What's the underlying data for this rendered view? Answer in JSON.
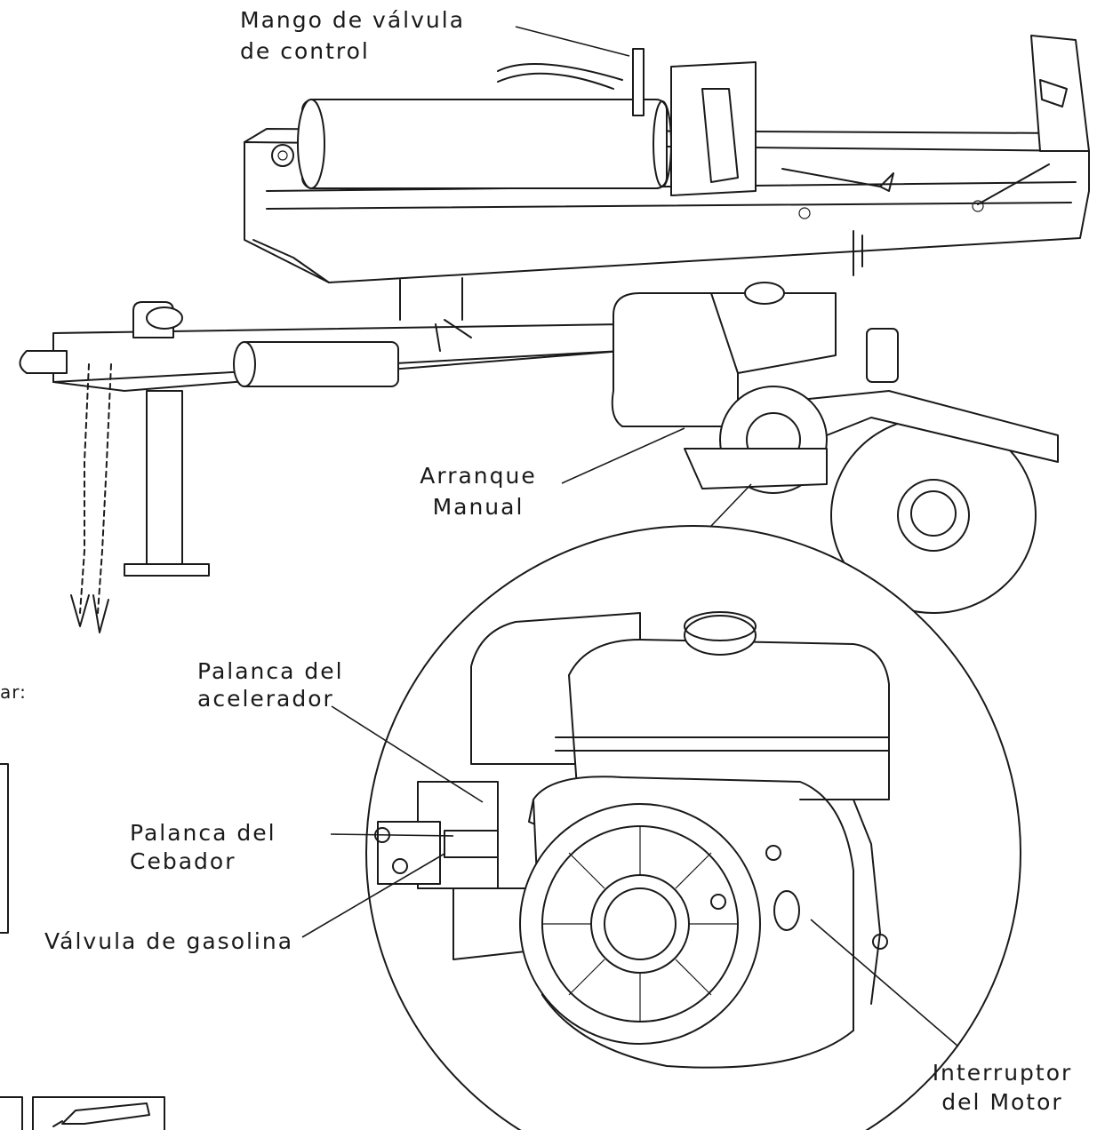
{
  "labels": {
    "control_valve_line1": "Mango de válvula",
    "control_valve_line2": "de control",
    "manual_start_line1": "Arranque",
    "manual_start_line2": "Manual",
    "throttle_line1": "Palanca del",
    "throttle_line2": "acelerador",
    "choke_line1": "Palanca del",
    "choke_line2": "Cebador",
    "fuel_valve": "Válvula de gasolina",
    "engine_switch_line1": "Interruptor",
    "engine_switch_line2": "del Motor",
    "cut_fragment": "ar:"
  }
}
